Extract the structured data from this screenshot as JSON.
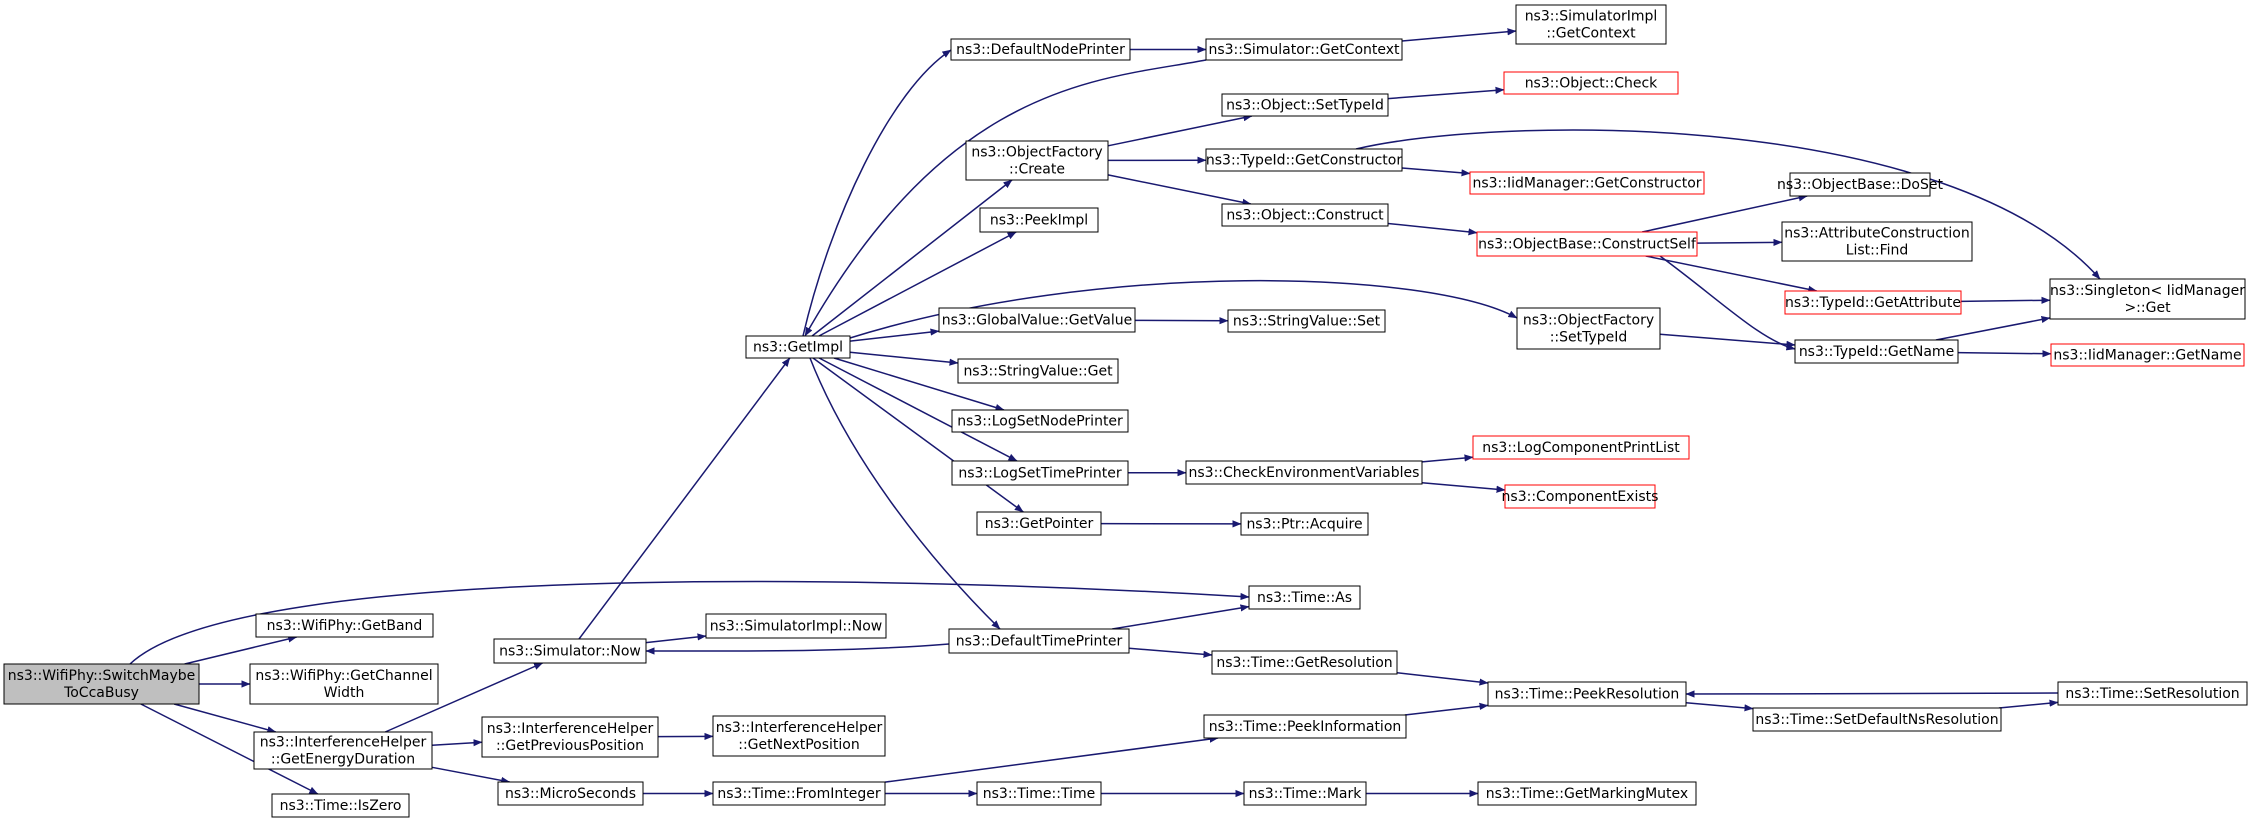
{
  "colors": {
    "edge": "#191970",
    "border_normal": "#000000",
    "border_warning": "#ff0000",
    "root_fill": "#bfbfbf",
    "fill": "#ffffff"
  },
  "nodes": [
    {
      "id": "root",
      "lines": [
        "ns3::WifiPhy::SwitchMaybe",
        "ToCcaBusy"
      ],
      "style": "root"
    },
    {
      "id": "getband",
      "lines": [
        "ns3::WifiPhy::GetBand"
      ],
      "style": "normal"
    },
    {
      "id": "getchw",
      "lines": [
        "ns3::WifiPhy::GetChannel",
        "Width"
      ],
      "style": "normal"
    },
    {
      "id": "ihged",
      "lines": [
        "ns3::InterferenceHelper",
        "::GetEnergyDuration"
      ],
      "style": "normal"
    },
    {
      "id": "iszero",
      "lines": [
        "ns3::Time::IsZero"
      ],
      "style": "normal"
    },
    {
      "id": "simnow",
      "lines": [
        "ns3::Simulator::Now"
      ],
      "style": "normal"
    },
    {
      "id": "ihgpp",
      "lines": [
        "ns3::InterferenceHelper",
        "::GetPreviousPosition"
      ],
      "style": "normal"
    },
    {
      "id": "micro",
      "lines": [
        "ns3::MicroSeconds"
      ],
      "style": "normal"
    },
    {
      "id": "siminow",
      "lines": [
        "ns3::SimulatorImpl::Now"
      ],
      "style": "normal"
    },
    {
      "id": "ihgnp",
      "lines": [
        "ns3::InterferenceHelper",
        "::GetNextPosition"
      ],
      "style": "normal"
    },
    {
      "id": "fromint",
      "lines": [
        "ns3::Time::FromInteger"
      ],
      "style": "normal"
    },
    {
      "id": "getimpl",
      "lines": [
        "ns3::GetImpl"
      ],
      "style": "normal"
    },
    {
      "id": "defnode",
      "lines": [
        "ns3::DefaultNodePrinter"
      ],
      "style": "normal"
    },
    {
      "id": "ofcreate",
      "lines": [
        "ns3::ObjectFactory",
        "::Create"
      ],
      "style": "normal"
    },
    {
      "id": "peekimpl",
      "lines": [
        "ns3::PeekImpl"
      ],
      "style": "normal"
    },
    {
      "id": "gvget",
      "lines": [
        "ns3::GlobalValue::GetValue"
      ],
      "style": "normal"
    },
    {
      "id": "svget",
      "lines": [
        "ns3::StringValue::Get"
      ],
      "style": "normal"
    },
    {
      "id": "lsnp",
      "lines": [
        "ns3::LogSetNodePrinter"
      ],
      "style": "normal"
    },
    {
      "id": "lstp",
      "lines": [
        "ns3::LogSetTimePrinter"
      ],
      "style": "normal"
    },
    {
      "id": "getptr",
      "lines": [
        "ns3::GetPointer"
      ],
      "style": "normal"
    },
    {
      "id": "deftime",
      "lines": [
        "ns3::DefaultTimePrinter"
      ],
      "style": "normal"
    },
    {
      "id": "timetime",
      "lines": [
        "ns3::Time::Time"
      ],
      "style": "normal"
    },
    {
      "id": "simgc",
      "lines": [
        "ns3::Simulator::GetContext"
      ],
      "style": "normal"
    },
    {
      "id": "objsti",
      "lines": [
        "ns3::Object::SetTypeId"
      ],
      "style": "normal"
    },
    {
      "id": "tigc",
      "lines": [
        "ns3::TypeId::GetConstructor"
      ],
      "style": "normal"
    },
    {
      "id": "objcon",
      "lines": [
        "ns3::Object::Construct"
      ],
      "style": "normal"
    },
    {
      "id": "svset",
      "lines": [
        "ns3::StringValue::Set"
      ],
      "style": "normal"
    },
    {
      "id": "cev",
      "lines": [
        "ns3::CheckEnvironmentVariables"
      ],
      "style": "normal"
    },
    {
      "id": "ptracq",
      "lines": [
        "ns3::Ptr::Acquire"
      ],
      "style": "normal"
    },
    {
      "id": "timeas",
      "lines": [
        "ns3::Time::As"
      ],
      "style": "normal"
    },
    {
      "id": "timegr",
      "lines": [
        "ns3::Time::GetResolution"
      ],
      "style": "normal"
    },
    {
      "id": "timepi",
      "lines": [
        "ns3::Time::PeekInformation"
      ],
      "style": "normal"
    },
    {
      "id": "timemark",
      "lines": [
        "ns3::Time::Mark"
      ],
      "style": "normal"
    },
    {
      "id": "simigc",
      "lines": [
        "ns3::SimulatorImpl",
        "::GetContext"
      ],
      "style": "normal"
    },
    {
      "id": "objcheck",
      "lines": [
        "ns3::Object::Check"
      ],
      "style": "warning"
    },
    {
      "id": "iidgc",
      "lines": [
        "ns3::IidManager::GetConstructor"
      ],
      "style": "warning"
    },
    {
      "id": "obcs",
      "lines": [
        "ns3::ObjectBase::ConstructSelf"
      ],
      "style": "warning"
    },
    {
      "id": "ofsti",
      "lines": [
        "ns3::ObjectFactory",
        "::SetTypeId"
      ],
      "style": "normal"
    },
    {
      "id": "lcpl",
      "lines": [
        "ns3::LogComponentPrintList"
      ],
      "style": "warning"
    },
    {
      "id": "compex",
      "lines": [
        "ns3::ComponentExists"
      ],
      "style": "warning"
    },
    {
      "id": "timepr",
      "lines": [
        "ns3::Time::PeekResolution"
      ],
      "style": "normal"
    },
    {
      "id": "timegmm",
      "lines": [
        "ns3::Time::GetMarkingMutex"
      ],
      "style": "normal"
    },
    {
      "id": "obds",
      "lines": [
        "ns3::ObjectBase::DoSet"
      ],
      "style": "normal"
    },
    {
      "id": "aclf",
      "lines": [
        "ns3::AttributeConstruction",
        "List::Find"
      ],
      "style": "normal"
    },
    {
      "id": "tiga",
      "lines": [
        "ns3::TypeId::GetAttribute"
      ],
      "style": "warning"
    },
    {
      "id": "tign",
      "lines": [
        "ns3::TypeId::GetName"
      ],
      "style": "normal"
    },
    {
      "id": "tsdnr",
      "lines": [
        "ns3::Time::SetDefaultNsResolution"
      ],
      "style": "normal"
    },
    {
      "id": "singleton",
      "lines": [
        "ns3::Singleton< IidManager",
        ">::Get"
      ],
      "style": "normal"
    },
    {
      "id": "iidgn",
      "lines": [
        "ns3::IidManager::GetName"
      ],
      "style": "warning"
    },
    {
      "id": "timesr",
      "lines": [
        "ns3::Time::SetResolution"
      ],
      "style": "normal"
    }
  ],
  "edges": [
    [
      "root",
      "getband"
    ],
    [
      "root",
      "getchw"
    ],
    [
      "root",
      "ihged"
    ],
    [
      "root",
      "iszero"
    ],
    [
      "root",
      "timeas"
    ],
    [
      "ihged",
      "simnow"
    ],
    [
      "ihged",
      "ihgpp"
    ],
    [
      "ihged",
      "micro"
    ],
    [
      "simnow",
      "siminow"
    ],
    [
      "simnow",
      "getimpl"
    ],
    [
      "ihgpp",
      "ihgnp"
    ],
    [
      "micro",
      "fromint"
    ],
    [
      "fromint",
      "timetime"
    ],
    [
      "fromint",
      "timepi"
    ],
    [
      "timetime",
      "timemark"
    ],
    [
      "timemark",
      "timegmm"
    ],
    [
      "getimpl",
      "defnode"
    ],
    [
      "getimpl",
      "ofcreate"
    ],
    [
      "getimpl",
      "peekimpl"
    ],
    [
      "getimpl",
      "gvget"
    ],
    [
      "getimpl",
      "svget"
    ],
    [
      "getimpl",
      "lsnp"
    ],
    [
      "getimpl",
      "lstp"
    ],
    [
      "getimpl",
      "getptr"
    ],
    [
      "getimpl",
      "deftime"
    ],
    [
      "getimpl",
      "ofsti"
    ],
    [
      "simgc",
      "getimpl"
    ],
    [
      "simgc",
      "simigc"
    ],
    [
      "defnode",
      "simgc"
    ],
    [
      "ofcreate",
      "objsti"
    ],
    [
      "ofcreate",
      "tigc"
    ],
    [
      "ofcreate",
      "objcon"
    ],
    [
      "objsti",
      "objcheck"
    ],
    [
      "tigc",
      "iidgc"
    ],
    [
      "tigc",
      "singleton"
    ],
    [
      "objcon",
      "obcs"
    ],
    [
      "gvget",
      "svset"
    ],
    [
      "lstp",
      "cev"
    ],
    [
      "cev",
      "lcpl"
    ],
    [
      "cev",
      "compex"
    ],
    [
      "getptr",
      "ptracq"
    ],
    [
      "deftime",
      "timeas"
    ],
    [
      "deftime",
      "simnow"
    ],
    [
      "deftime",
      "timegr"
    ],
    [
      "timegr",
      "timepr"
    ],
    [
      "timepi",
      "timepr"
    ],
    [
      "timepr",
      "tsdnr"
    ],
    [
      "tsdnr",
      "timesr"
    ],
    [
      "timesr",
      "timepr"
    ],
    [
      "obcs",
      "obds"
    ],
    [
      "obcs",
      "aclf"
    ],
    [
      "obcs",
      "tiga"
    ],
    [
      "obcs",
      "tign"
    ],
    [
      "tiga",
      "singleton"
    ],
    [
      "ofsti",
      "tign"
    ],
    [
      "tign",
      "singleton"
    ],
    [
      "tign",
      "iidgn"
    ]
  ]
}
